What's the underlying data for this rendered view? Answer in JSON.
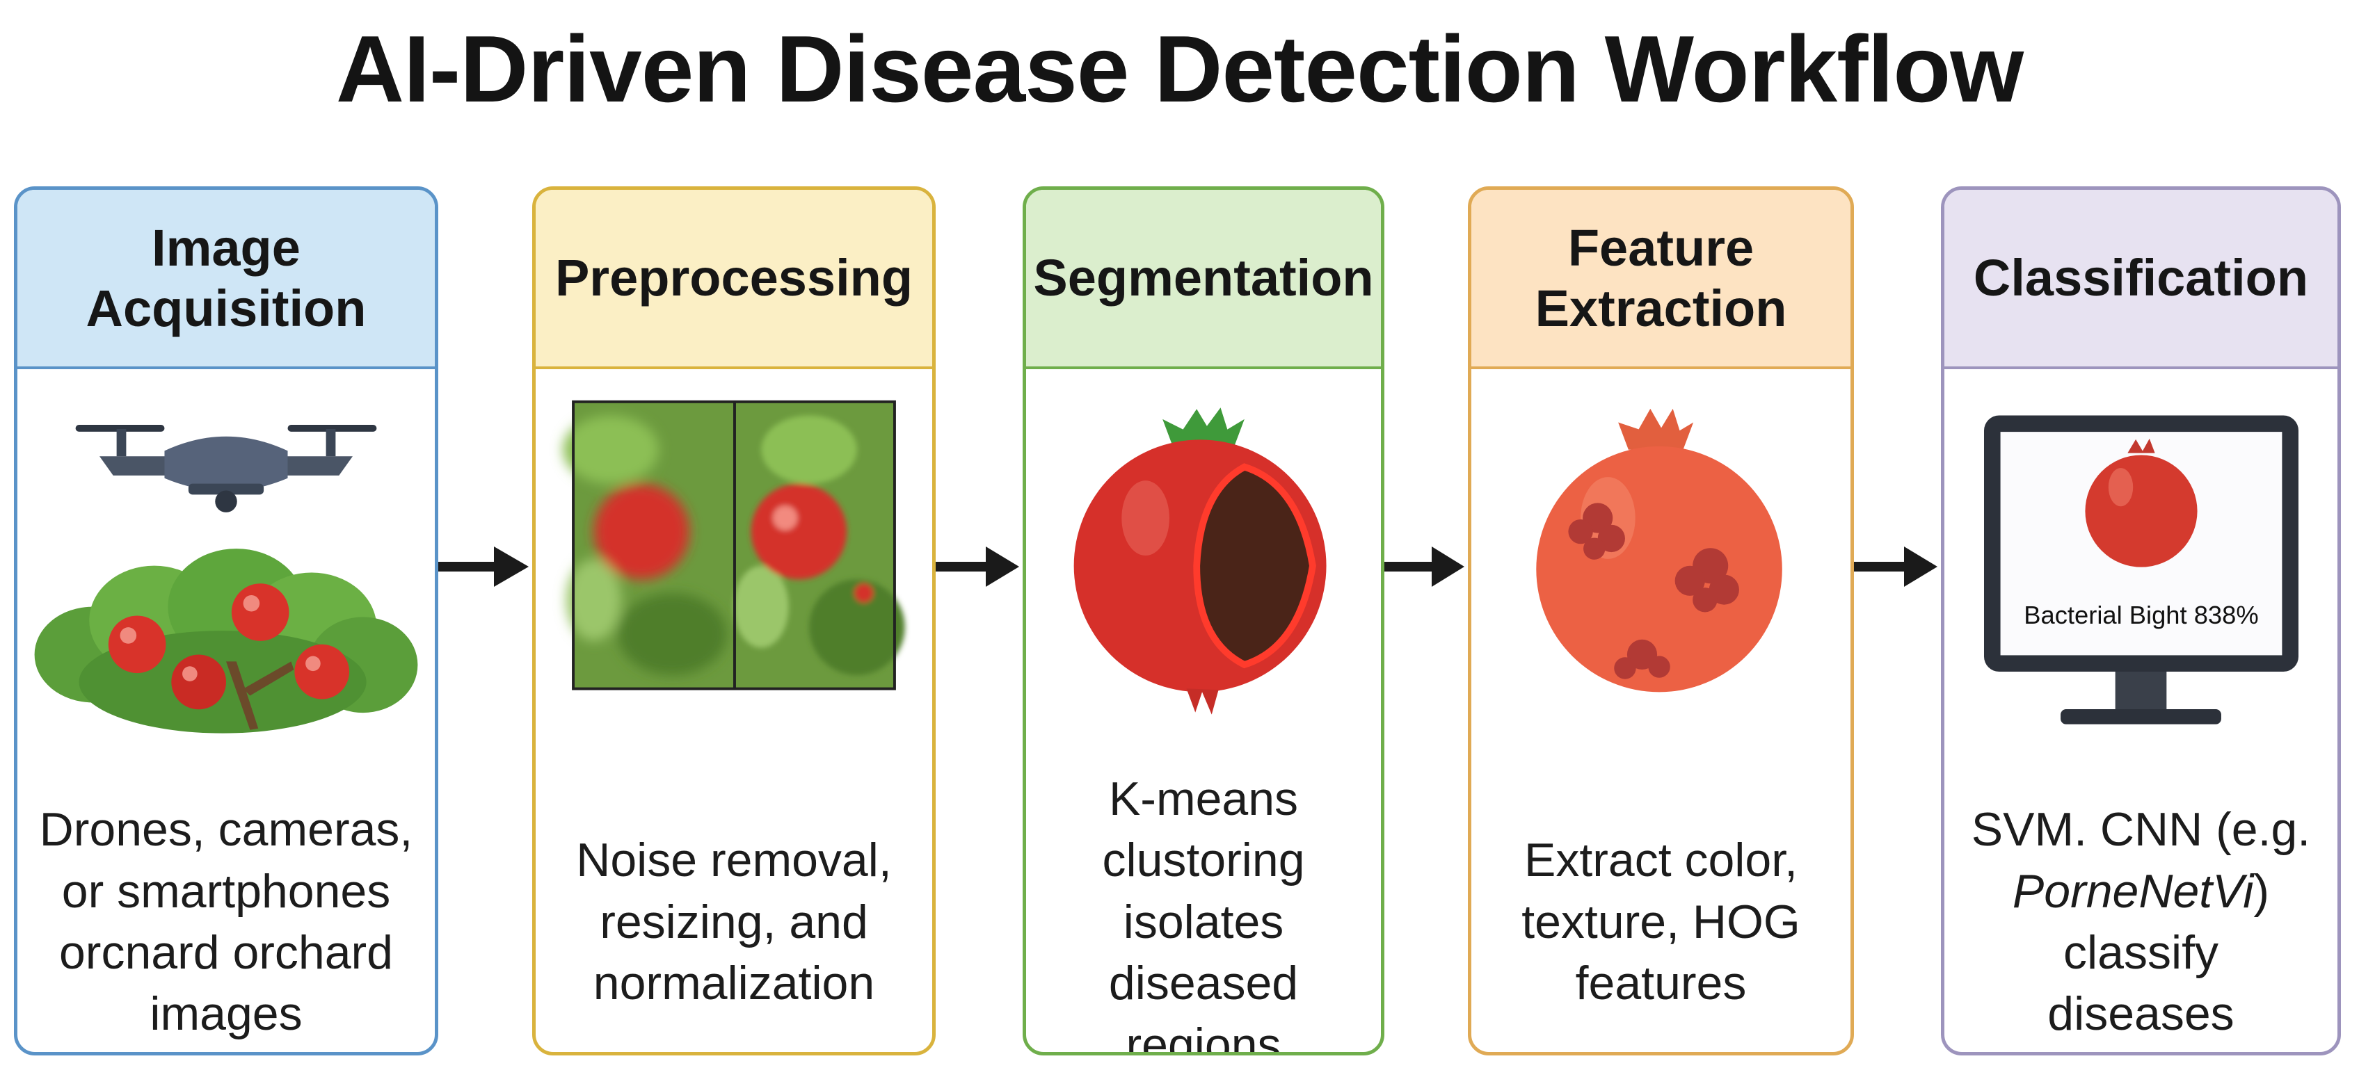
{
  "title": "AI-Driven Disease Detection Workflow",
  "steps": [
    {
      "title": "Image Acquisition",
      "description": "Drones, cameras, or smartphones orcnard orchard images",
      "accent": "#5a93c8",
      "header_bg": "#cfe6f6",
      "icon": "drone-over-pomegranate-shrub"
    },
    {
      "title": "Preprocessing",
      "description": "Noise removal, resizing, and normalization",
      "accent": "#d9b33d",
      "header_bg": "#fbefc5",
      "icon": "blurry-vs-sharp-fruit-photos"
    },
    {
      "title": "Segmentation",
      "description": "K-means clustoring isolates diseased regions",
      "accent": "#6fae4b",
      "header_bg": "#dbeecd",
      "icon": "segmented-pomegranate"
    },
    {
      "title": "Feature Extraction",
      "description": "Extract color, texture, HOG features",
      "accent": "#e0aa55",
      "header_bg": "#fde3c2",
      "icon": "spotted-pomegranate"
    },
    {
      "title": "Classification",
      "description_prefix": "SVM. CNN (e.g. ",
      "description_italic": "PorneNetVi",
      "description_suffix": ") classify diseases",
      "accent": "#9d94bd",
      "header_bg": "#e7e2f1",
      "icon": "monitor-with-result",
      "screen_label": "Bacterial Bight 838%"
    }
  ],
  "connectors": [
    "arrow-right-icon",
    "arrow-right-icon",
    "arrow-right-icon",
    "arrow-right-icon"
  ]
}
